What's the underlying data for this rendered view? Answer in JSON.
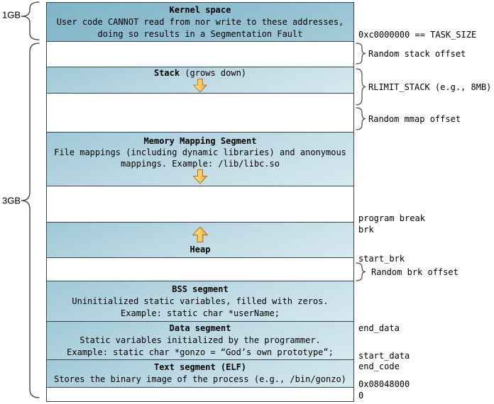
{
  "diagram": {
    "left_axis": {
      "kernel_size": "1GB",
      "user_size": "3GB"
    },
    "blocks": {
      "kernel": {
        "title": "Kernel space",
        "line1": "User code CANNOT read from nor write to these addresses,",
        "line2": "doing so results in a Segmentation Fault"
      },
      "stack": {
        "title": "Stack",
        "suffix": " (grows down)"
      },
      "mmap": {
        "title": "Memory Mapping Segment",
        "line1": "File mappings (including dynamic libraries) and anonymous",
        "line2": "mappings. Example: /lib/libc.so"
      },
      "heap": {
        "title": "Heap"
      },
      "bss": {
        "title": "BSS segment",
        "line1": "Uninitialized static variables, filled with zeros.",
        "line2": "Example: static char *userName;"
      },
      "data_seg": {
        "title": "Data segment",
        "line1": "Static variables initialized by the programmer.",
        "line2": "Example: static char *gonzo = “God’s own prototype”;"
      },
      "text_seg": {
        "title": "Text segment (ELF)",
        "line1": "Stores the binary image of the process (e.g., /bin/gonzo)"
      }
    },
    "right_labels": {
      "task_size": "0xc0000000 == TASK_SIZE",
      "random_stack_offset": "Random stack offset",
      "rlimit_stack": "RLIMIT_STACK (e.g., 8MB)",
      "random_mmap_offset": "Random mmap offset",
      "program_break": "program break",
      "brk": "brk",
      "start_brk": "start_brk",
      "random_brk_offset": "Random brk offset",
      "end_data": "end_data",
      "start_data": "start_data",
      "end_code": "end_code",
      "text_start_address": "0x08048000",
      "zero_address": "0"
    },
    "icons": {
      "stack_growth": "down-arrow",
      "mmap_growth": "down-arrow",
      "heap_growth": "up-arrow"
    },
    "colors": {
      "kernel_fill_top": "#7fb5c8",
      "kernel_fill_bottom": "#a6cbd9",
      "segment_fill_top": "#9fc8d7",
      "segment_fill_bottom": "#d6e9ef",
      "block_border": "#37474f",
      "arrow_fill_light": "#ffefae",
      "arrow_fill_dark": "#f1a335",
      "arrow_stroke": "#ad751c",
      "text": "#000000"
    }
  }
}
